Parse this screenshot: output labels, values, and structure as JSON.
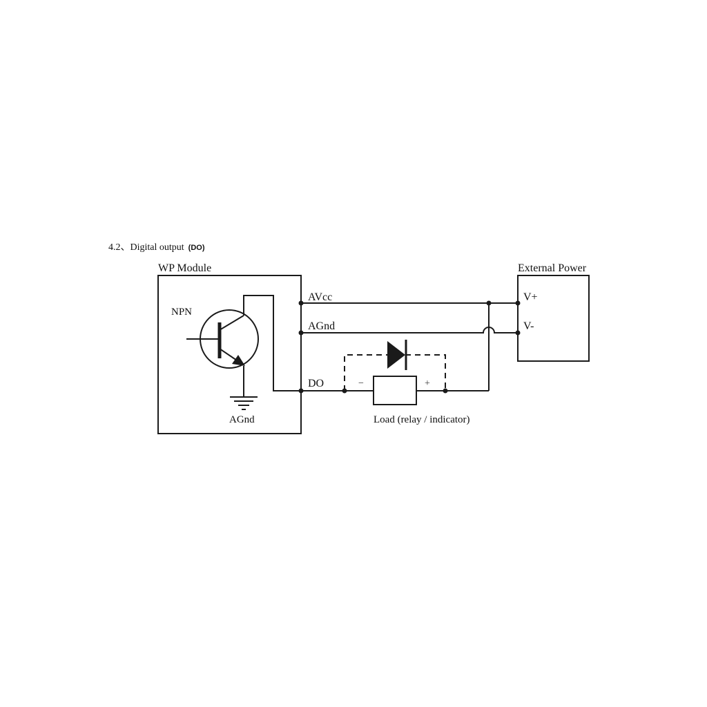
{
  "section": {
    "number": "4.2、",
    "title": "Digital output",
    "tag": "(DO)"
  },
  "module": {
    "title": "WP Module",
    "transistor_label": "NPN",
    "ground_label": "AGnd"
  },
  "pins": {
    "avcc": "AVcc",
    "agnd": "AGnd",
    "do": "DO"
  },
  "power": {
    "title": "External Power",
    "vplus": "V+",
    "vminus": "V-"
  },
  "load": {
    "label": "Load (relay / indicator)",
    "minus": "−",
    "plus": "+"
  },
  "colors": {
    "line": "#1a1a1a",
    "background": "#ffffff"
  }
}
